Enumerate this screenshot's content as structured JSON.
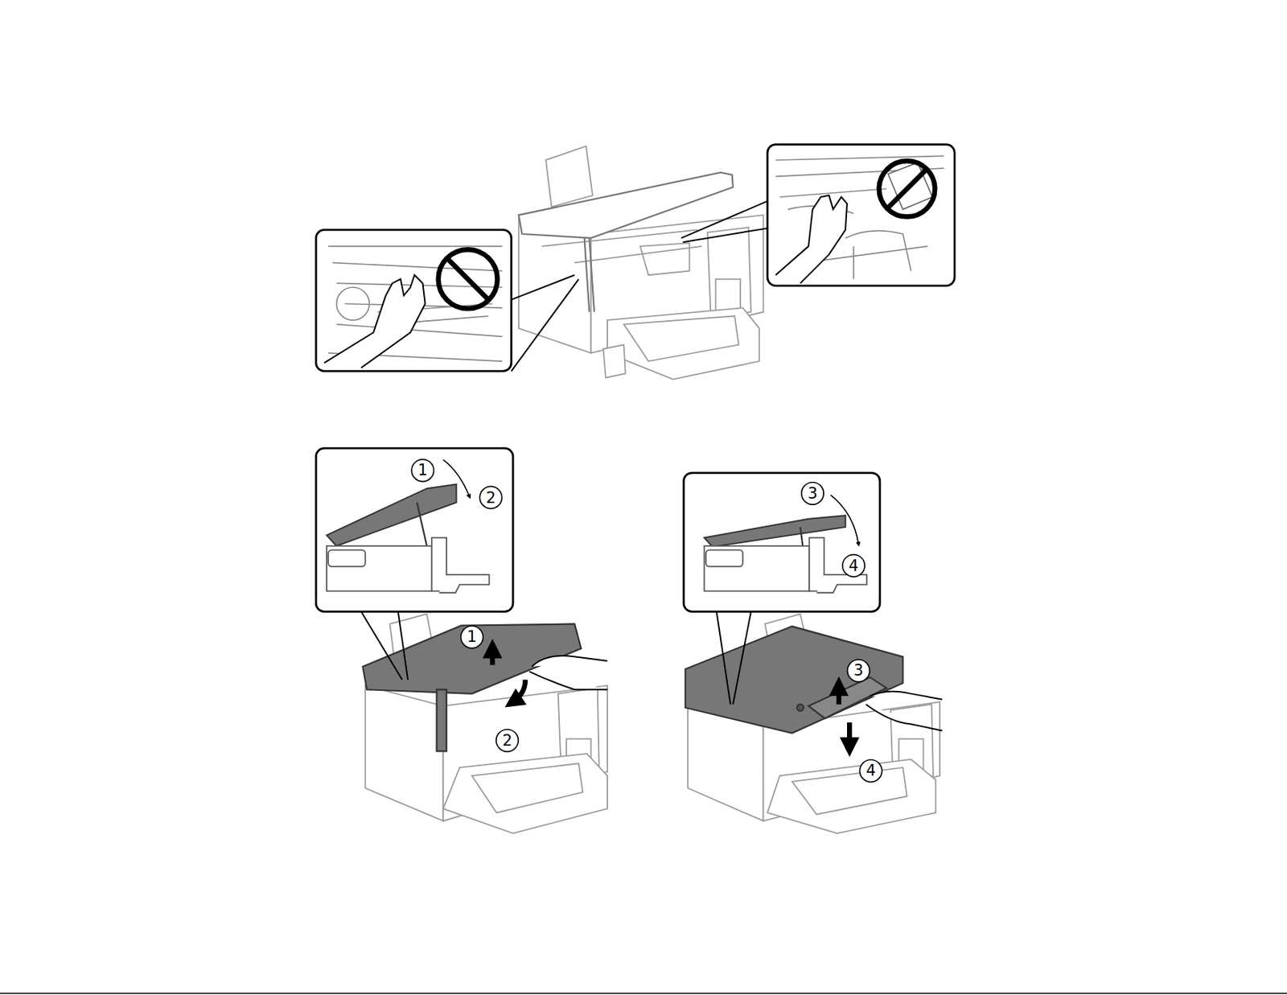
{
  "diagram": {
    "labels": [
      "1",
      "2",
      "1",
      "2",
      "3",
      "4",
      "3",
      "4"
    ]
  }
}
